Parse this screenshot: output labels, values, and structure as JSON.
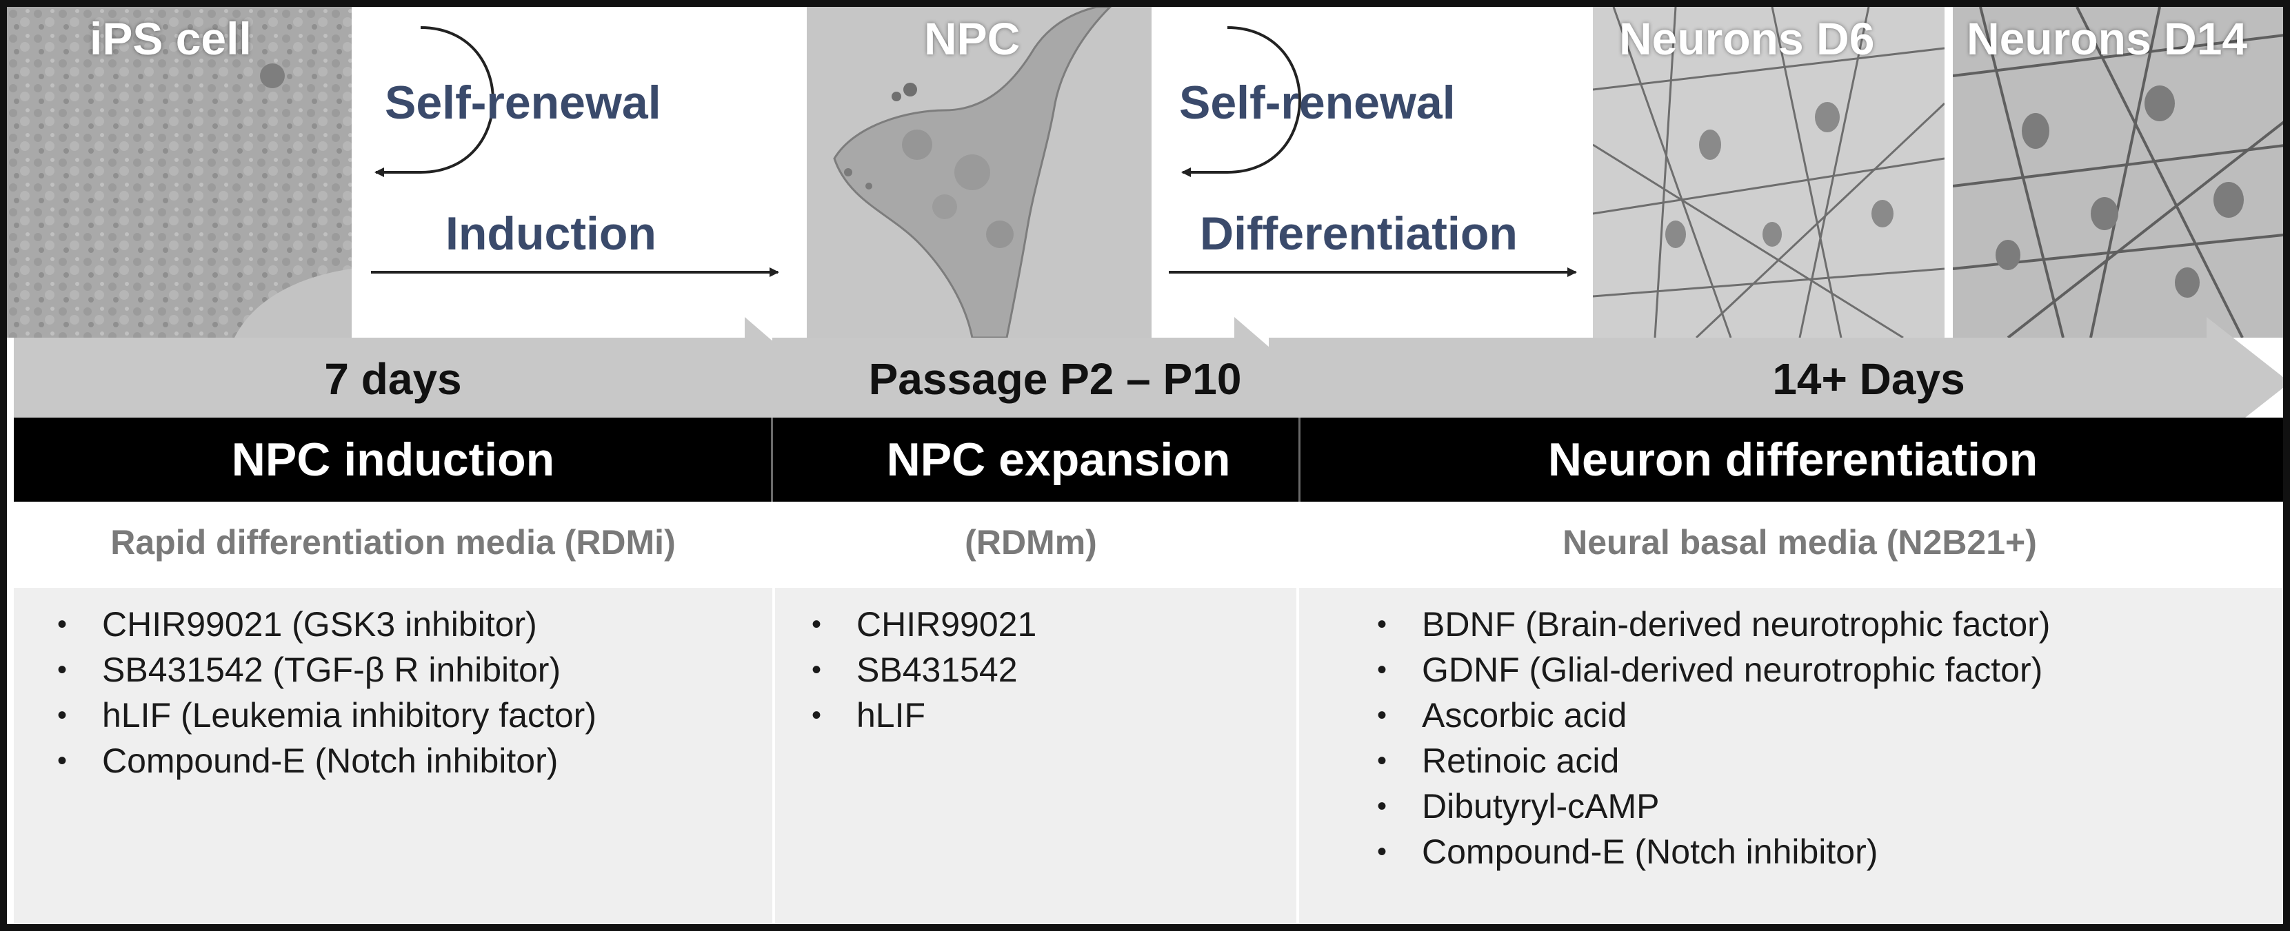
{
  "images": {
    "ips": "iPS cell",
    "npc": "NPC",
    "d6": "Neurons D6",
    "d14": "Neurons D14"
  },
  "process": {
    "self_renewal_1": "Self-renewal",
    "induction": "Induction",
    "self_renewal_2": "Self-renewal",
    "differentiation": "Differentiation"
  },
  "durations": {
    "induction": "7 days",
    "expansion": "Passage P2 – P10",
    "differentiation": "14+ Days"
  },
  "phases": {
    "induction": "NPC induction",
    "expansion": "NPC expansion",
    "differentiation": "Neuron differentiation"
  },
  "media": {
    "induction": {
      "header": "Rapid differentiation media (RDMi)",
      "items": [
        "CHIR99021 (GSK3 inhibitor)",
        "SB431542 (TGF-β R inhibitor)",
        "hLIF (Leukemia inhibitory factor)",
        "Compound-E (Notch inhibitor)"
      ]
    },
    "expansion": {
      "header": "(RDMm)",
      "items": [
        "CHIR99021",
        "SB431542",
        "hLIF"
      ]
    },
    "differentiation": {
      "header": "Neural basal media (N2B21+)",
      "items": [
        "BDNF (Brain-derived neurotrophic factor)",
        "GDNF (Glial-derived neurotrophic factor)",
        "Ascorbic acid",
        "Retinoic acid",
        "Dibutyryl-cAMP",
        "Compound-E (Notch inhibitor)"
      ]
    }
  },
  "colors": {
    "process_text": "#3a4a6b",
    "band_arrow": "#c8c8c8",
    "media_header": "#7a7a7a",
    "list_bg": "#efefef"
  }
}
